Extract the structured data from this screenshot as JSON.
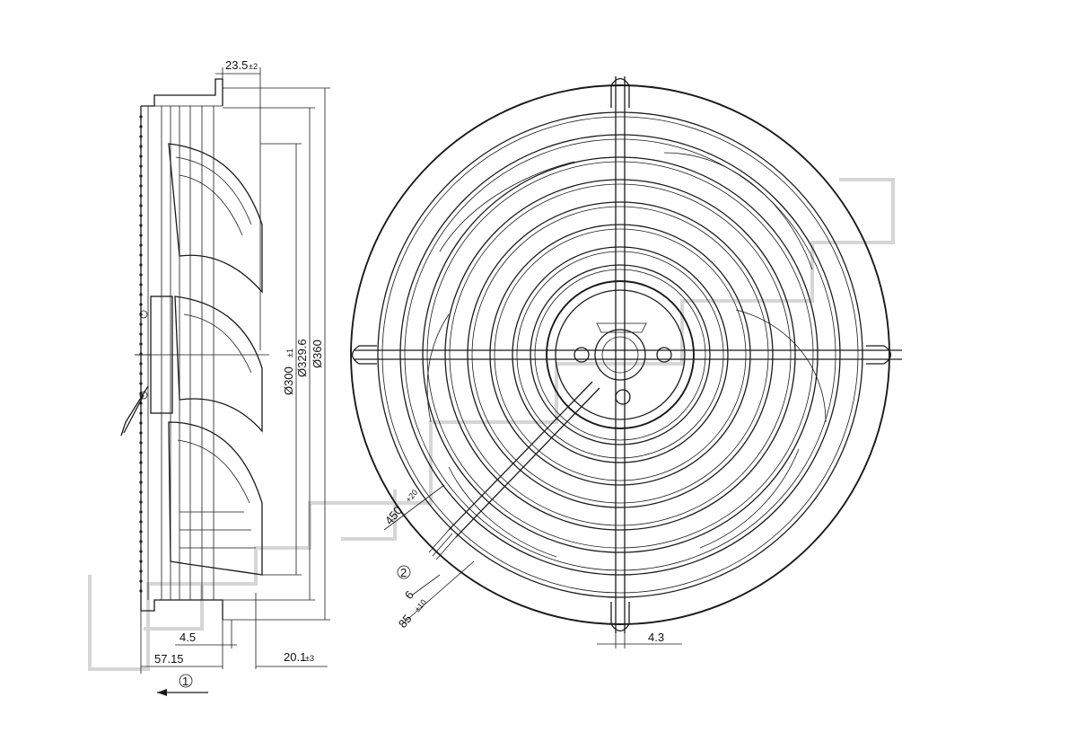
{
  "dimensions": {
    "flange_offset": "23.5",
    "flange_offset_tol": "±2",
    "dia_blade": "Ø300",
    "dia_blade_tol": "±1",
    "dia_ring": "Ø329.6",
    "dia_overall": "Ø360",
    "flange_thickness": "4.5",
    "overall_depth": "57.15",
    "guard_offset": "20.1",
    "guard_offset_tol": "±3",
    "cable_length": "450",
    "cable_length_tol": "+20",
    "strip_length": "6",
    "lead_length": "85",
    "lead_length_tol": "±10",
    "foot_width": "4.3"
  },
  "callouts": {
    "airflow": "1",
    "cable": "2"
  },
  "colors": {
    "line": "#1a1a1a",
    "watermark": "#d6d6d6"
  }
}
